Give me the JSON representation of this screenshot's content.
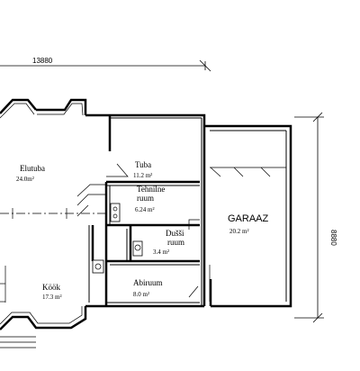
{
  "dimensions": {
    "top": "13880",
    "right": "8880"
  },
  "rooms": {
    "elutuba": {
      "name": "Elutuba",
      "area": "24.0m²"
    },
    "tuba": {
      "name": "Tuba",
      "area": "11.2 m²"
    },
    "tehnoruum": {
      "name_line1": "Tehnilne",
      "name_line2": "ruum",
      "area": "6.24 m²"
    },
    "dussiruum": {
      "name_line1": "Dušši",
      "name_line2": "ruum",
      "area": "3.4 m²"
    },
    "garaaz": {
      "name": "GARAAZ",
      "area": "20.2 m²"
    },
    "kook": {
      "name": "Köök",
      "area": "17.3 m²"
    },
    "abiruum": {
      "name": "Abiruum",
      "area": "8.0 m²"
    }
  }
}
